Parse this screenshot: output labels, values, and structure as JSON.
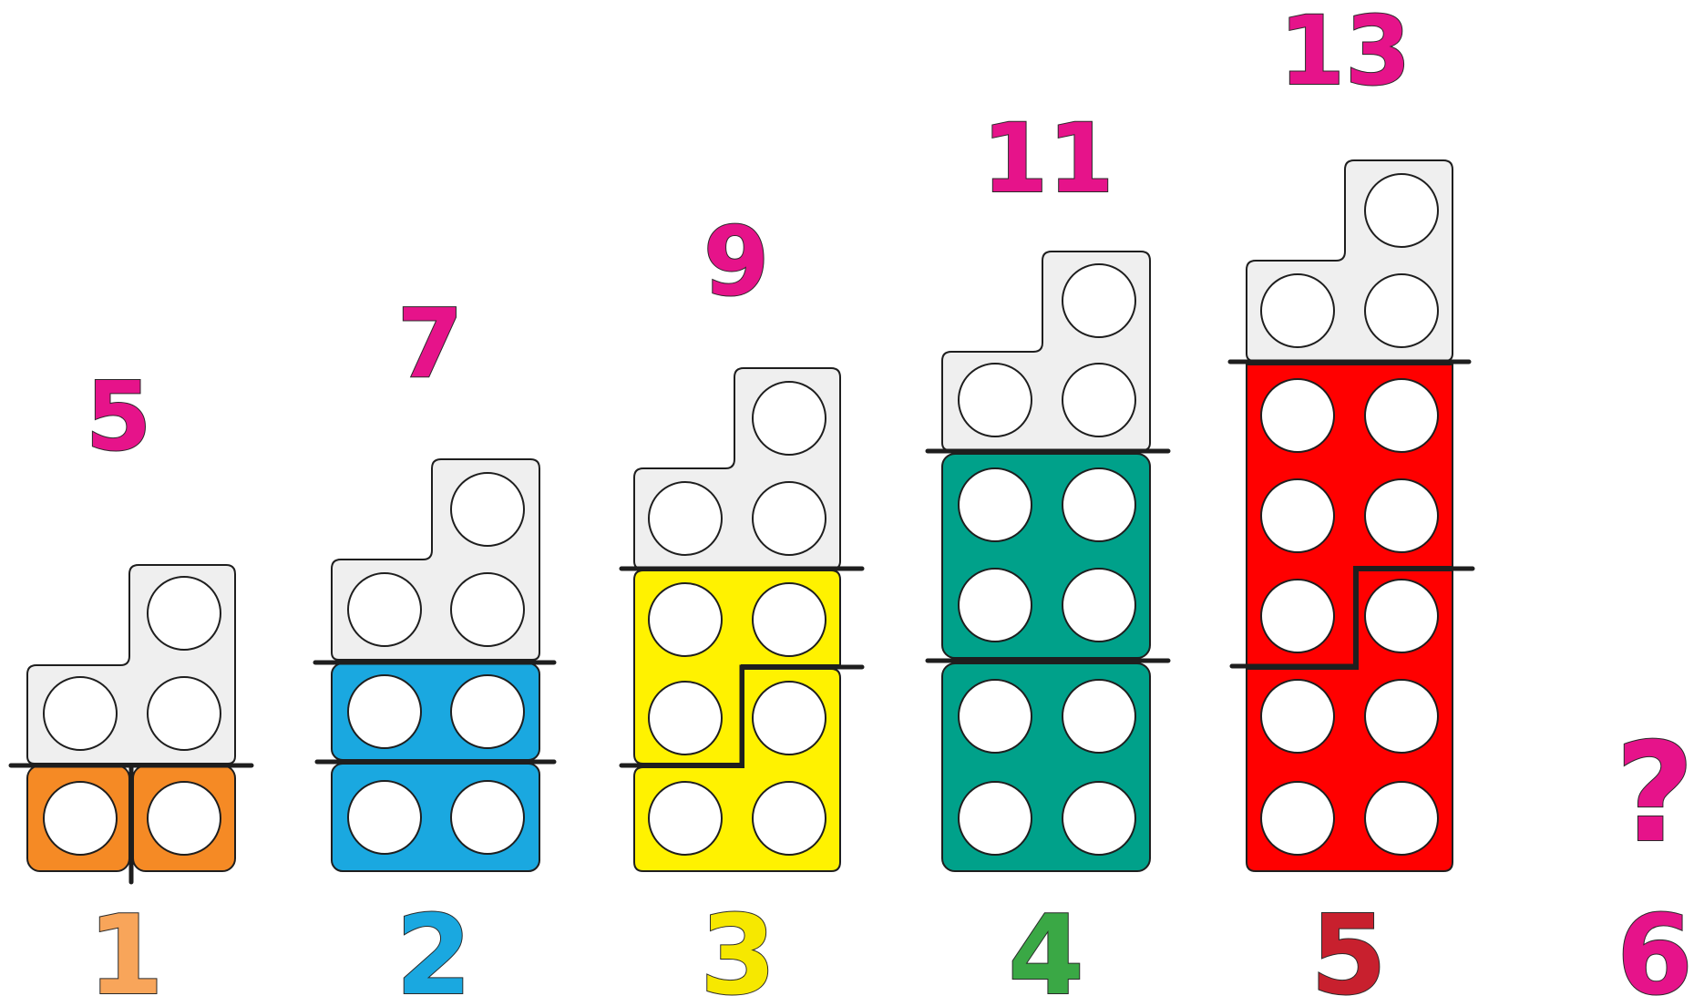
{
  "colors": {
    "number_pink": "#e6138a",
    "white_tile": "#efefef",
    "orange": "#f58a25",
    "blue": "#1aa8e0",
    "yellow": "#fff200",
    "green": "#00a18a",
    "red": "#ff0000"
  },
  "figures": [
    {
      "position": "1",
      "total": "5",
      "position_color": "#f8a55a",
      "stack_color": "#f58a25"
    },
    {
      "position": "2",
      "total": "7",
      "position_color": "#1aa8e0",
      "stack_color": "#1aa8e0"
    },
    {
      "position": "3",
      "total": "9",
      "position_color": "#f6e800",
      "stack_color": "#fff200"
    },
    {
      "position": "4",
      "total": "11",
      "position_color": "#3aa845",
      "stack_color": "#00a18a"
    },
    {
      "position": "5",
      "total": "13",
      "position_color": "#c8202e",
      "stack_color": "#ff0000"
    }
  ],
  "unknown": {
    "total": "?",
    "position": "6",
    "color": "#e6138a"
  }
}
